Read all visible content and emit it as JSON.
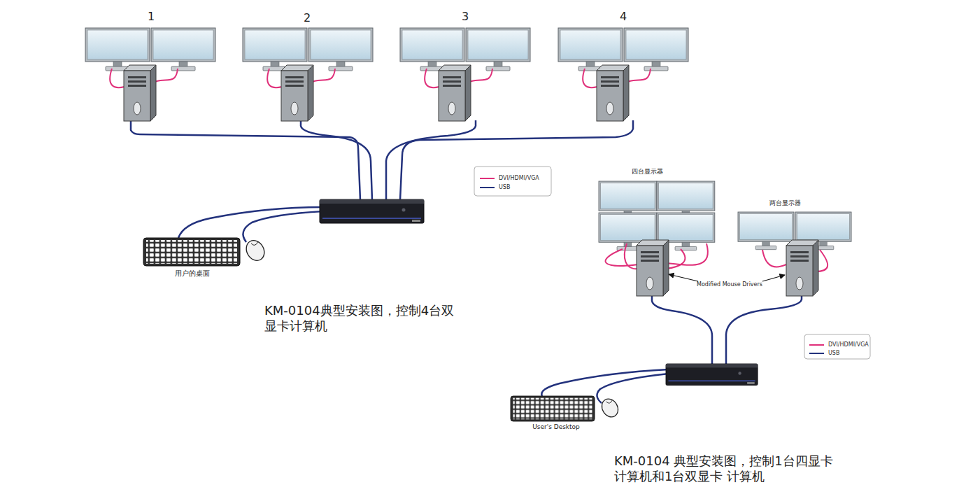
{
  "diagram": {
    "labels": [
      "1",
      "2",
      "3",
      "4",
      "四台显示器",
      "两台显示器",
      "Modified Mouse Drivers",
      "用户的桌面",
      "User's Desktop",
      "KM-0104典型安装图，控制4台双显卡计算机",
      "KM-0104 典型安装图，控制1台四显卡计算机和1台双显卡 计算机"
    ],
    "legend": [
      {
        "text": "DVI/HDMI/VGA",
        "color": "#e0307a"
      },
      {
        "text": "USB",
        "color": "#23327d"
      },
      {
        "text": "DVI/HDMI/VGA",
        "color": "#e0307a"
      },
      {
        "text": "USB",
        "color": "#23327d"
      }
    ]
  }
}
